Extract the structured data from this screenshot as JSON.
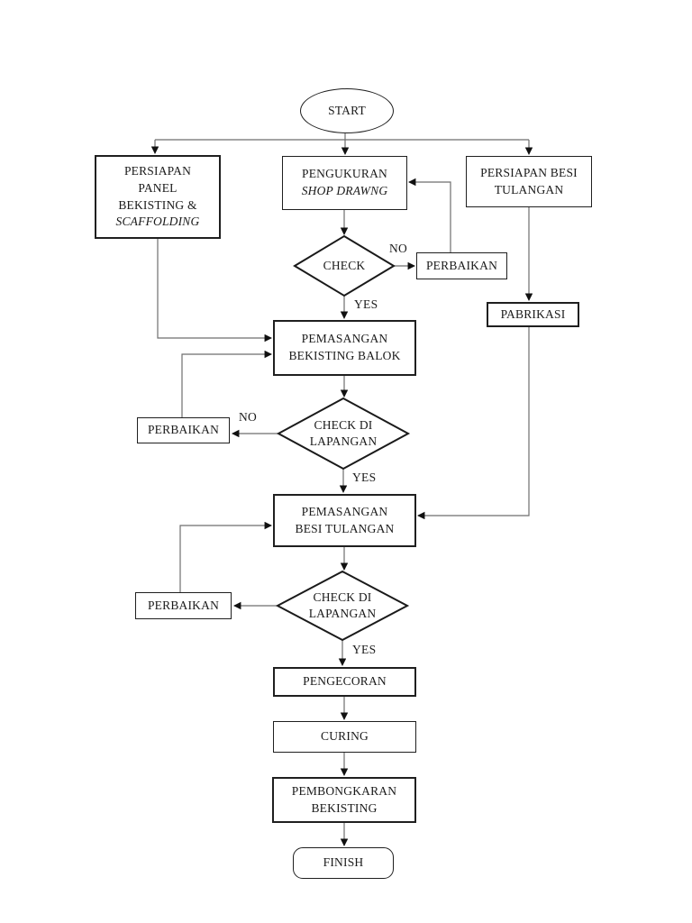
{
  "flowchart": {
    "title_hidden": "",
    "nodes": {
      "start": {
        "label": "START"
      },
      "persiapan_panel": {
        "line_normal": "PERSIAPAN\nPANEL\nBEKISTING &",
        "line_italic": "SCAFFOLDING"
      },
      "pengukuran": {
        "line_normal": "PENGUKURAN",
        "line_italic": "SHOP DRAWNG"
      },
      "persiapan_besi": {
        "label": "PERSIAPAN BESI\nTULANGAN"
      },
      "check_1": {
        "label": "CHECK"
      },
      "perbaikan_1": {
        "label": "PERBAIKAN"
      },
      "pabrikasi": {
        "label": "PABRIKASI"
      },
      "pemasangan_bekisting": {
        "label": "PEMASANGAN\nBEKISTING BALOK"
      },
      "check_lapangan_1": {
        "label": "CHECK DI\nLAPANGAN"
      },
      "perbaikan_2": {
        "label": "PERBAIKAN"
      },
      "pemasangan_besi": {
        "label": "PEMASANGAN\nBESI TULANGAN"
      },
      "check_lapangan_2": {
        "label": "CHECK DI\nLAPANGAN"
      },
      "perbaikan_3": {
        "label": "PERBAIKAN"
      },
      "pengecoran": {
        "label": "PENGECORAN"
      },
      "curing": {
        "label": "CURING"
      },
      "pembongkaran": {
        "label": "PEMBONGKARAN\nBEKISTING"
      },
      "finish": {
        "label": "FINISH"
      }
    },
    "edge_labels": {
      "no_1": "NO",
      "yes_1": "YES",
      "no_2": "NO",
      "yes_2": "YES",
      "yes_3": "YES"
    },
    "colors": {
      "background": "#ffffff",
      "shape_border": "#1f1f1f",
      "connector": "#6e6e6e",
      "arrowhead": "#111111",
      "text": "#1a1a1a"
    }
  }
}
